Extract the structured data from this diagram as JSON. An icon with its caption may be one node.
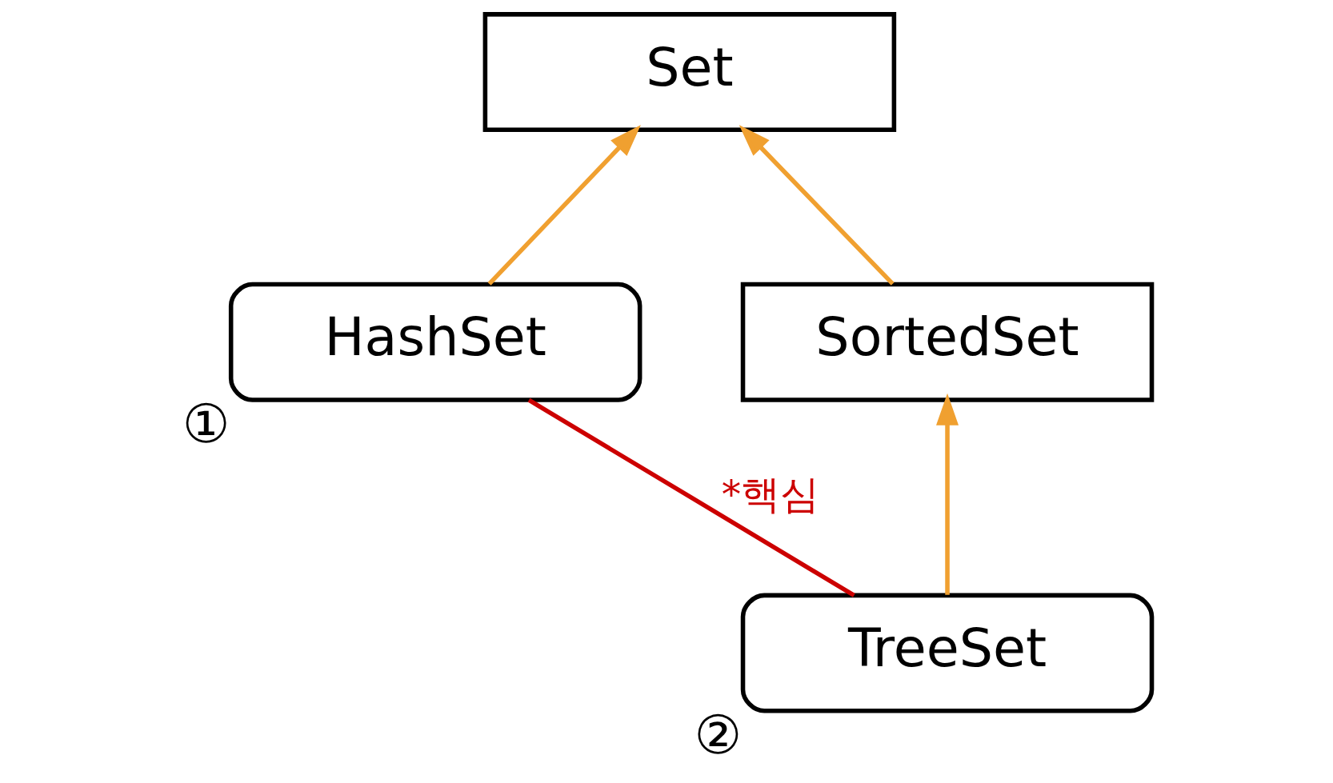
{
  "diagram": {
    "nodes": [
      {
        "text": [
          "Set"
        ]
      },
      {
        "text": [
          "HashSet"
        ],
        "beside": [
          "①"
        ]
      },
      {
        "text": [
          "SortedSet"
        ]
      },
      {
        "text": [
          "TreeSet"
        ],
        "beside": [
          "②"
        ]
      }
    ],
    "edges": [
      {
        "from": 1,
        "to": 0,
        "arrow": "to"
      },
      {
        "from": 2,
        "to": 0,
        "arrow": "to"
      },
      {
        "from": 3,
        "to": 2,
        "arrow": "to"
      },
      {
        "from": 1,
        "to": 3,
        "arrow": "none",
        "label": "*핵심",
        "color": "#cc0000"
      }
    ]
  }
}
